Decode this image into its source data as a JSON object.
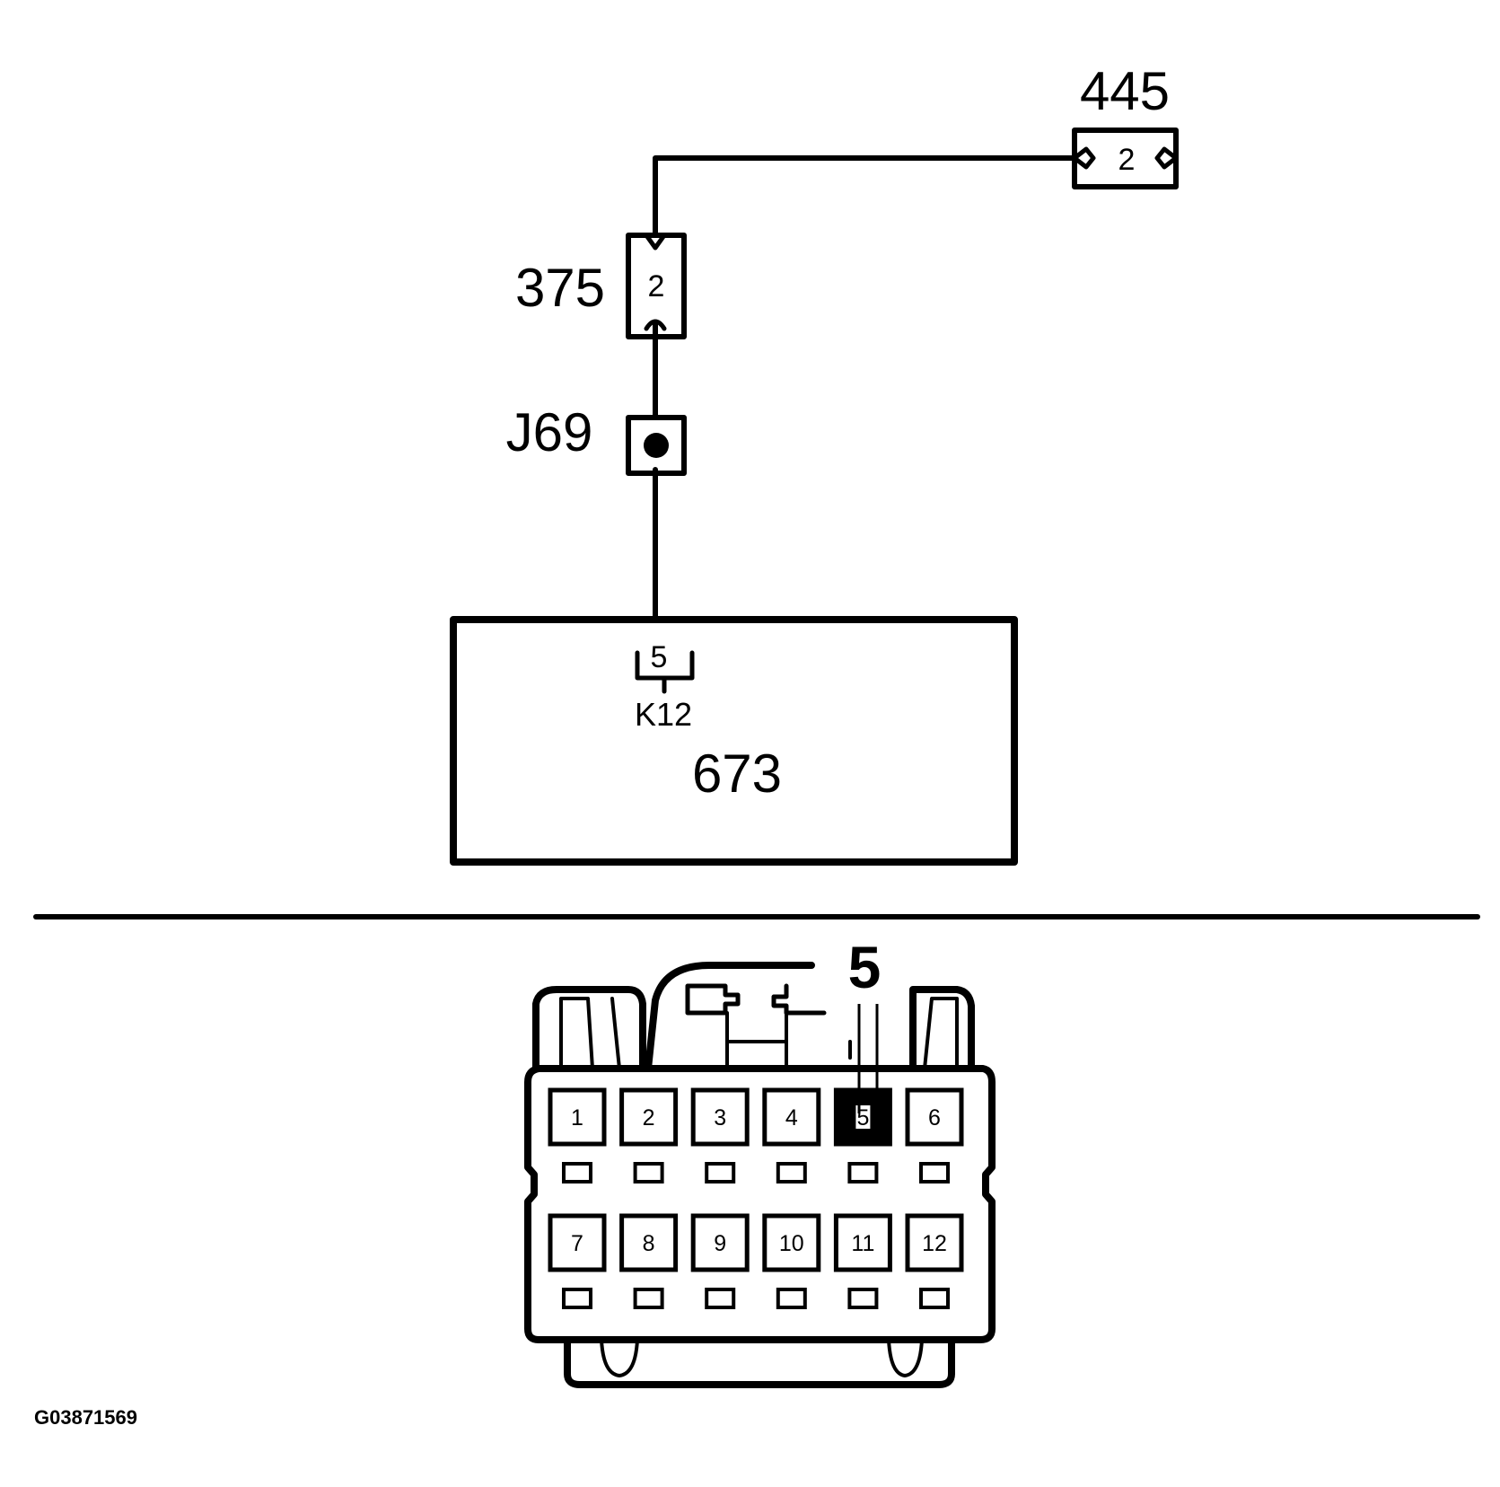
{
  "diagram": {
    "components": {
      "c445": {
        "label": "445",
        "pin": "2"
      },
      "c375": {
        "label": "375",
        "pin": "2"
      },
      "j69": {
        "label": "J69"
      },
      "c673": {
        "label": "673",
        "connector": "K12",
        "pin": "5"
      }
    },
    "connector_face": {
      "highlighted_pin": "5",
      "callout": "5",
      "row1": [
        "1",
        "2",
        "3",
        "4",
        "5",
        "6"
      ],
      "row2": [
        "7",
        "8",
        "9",
        "10",
        "11",
        "12"
      ]
    },
    "figure_code": "G03871569"
  },
  "colors": {
    "ink": "#000000",
    "paper": "#ffffff"
  }
}
